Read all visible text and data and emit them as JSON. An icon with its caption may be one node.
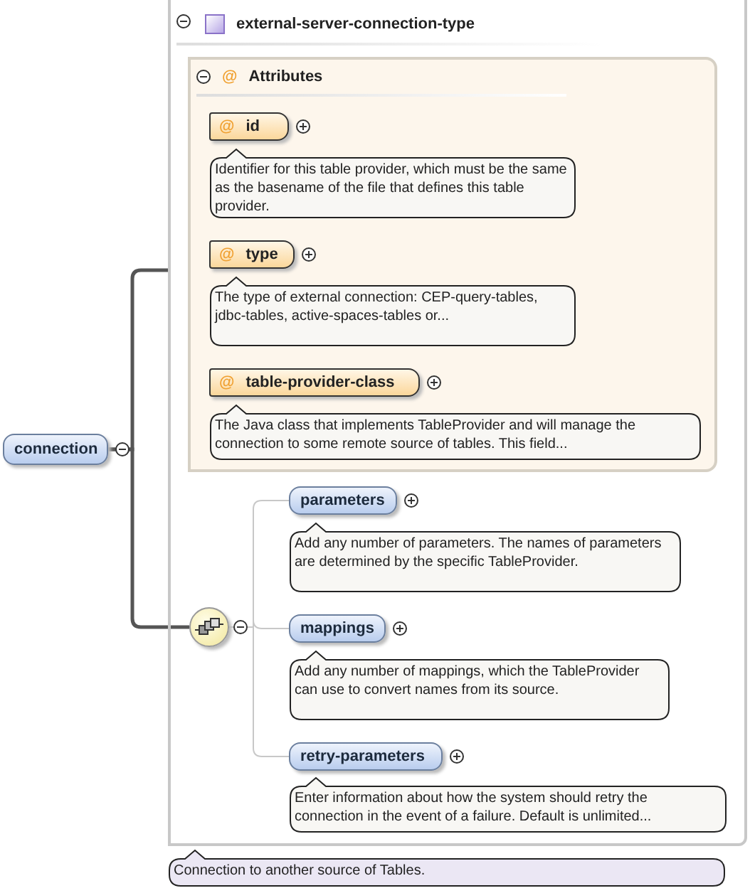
{
  "diagram": {
    "nodes": [
      {
        "text": [
          "connection"
        ]
      },
      {
        "text": [
          "external-server-connection-type"
        ]
      },
      {
        "text": [
          "@",
          "Attributes"
        ],
        "in": 1
      },
      {
        "text": [
          "@",
          "id"
        ],
        "in": 2
      },
      {
        "text": [
          "Identifier for this table provider, which must be the same as the basename of the file that defines this table provider."
        ],
        "in": 2
      },
      {
        "text": [
          "@",
          "type"
        ],
        "in": 2
      },
      {
        "text": [
          "The type of external connection: CEP-query-tables, jdbc-tables, active-spaces-tables or..."
        ],
        "in": 2
      },
      {
        "text": [
          "@",
          "table-provider-class"
        ],
        "in": 2
      },
      {
        "text": [
          "The Java class that implements TableProvider and will manage the connection to some remote source of tables. This field..."
        ],
        "in": 2
      },
      {
        "text": [],
        "shape": "circle",
        "in": 1
      },
      {
        "text": [
          "parameters"
        ],
        "in": 1
      },
      {
        "text": [
          "Add any number of parameters. The names of parameters are determined by the specific TableProvider."
        ],
        "in": 1
      },
      {
        "text": [
          "mappings"
        ],
        "in": 1
      },
      {
        "text": [
          "Add any number of mappings, which the TableProvider can use to convert names from its source."
        ],
        "in": 1
      },
      {
        "text": [
          "retry-parameters"
        ],
        "in": 1
      },
      {
        "text": [
          "Enter information about how the system should retry the connection in the event of a failure. Default is unlimited..."
        ],
        "in": 1
      },
      {
        "text": [
          "Connection to another source of Tables."
        ]
      }
    ],
    "edges": [
      {
        "from": 0,
        "to": 1,
        "arrow": "none",
        "style": "thick",
        "color": "#555555"
      },
      {
        "from": 0,
        "to": 9,
        "arrow": "none",
        "style": "thick",
        "color": "#555555"
      },
      {
        "from": 9,
        "to": 10,
        "arrow": "none"
      },
      {
        "from": 9,
        "to": 12,
        "arrow": "none"
      },
      {
        "from": 9,
        "to": 14,
        "arrow": "none"
      }
    ]
  }
}
